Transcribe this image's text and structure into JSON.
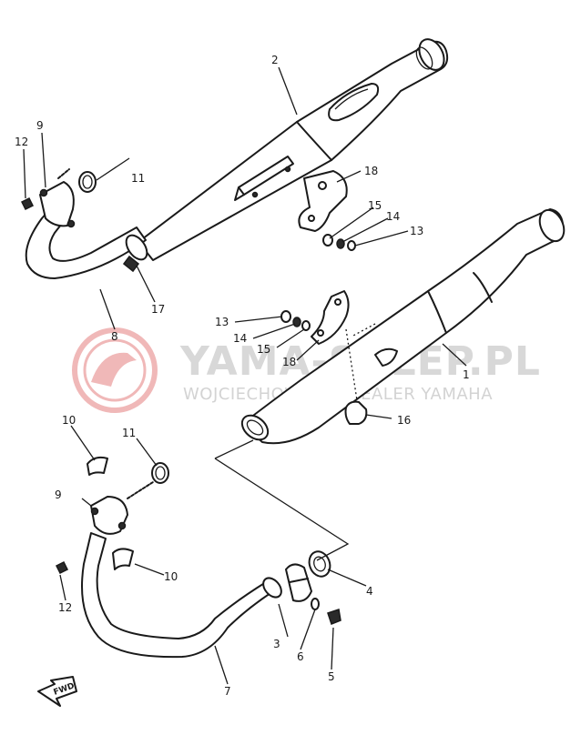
{
  "watermark": {
    "title": "YAMA-SKLEP.PL",
    "subtitle": "WOJCIECHOWICZ - DEALER YAMAHA",
    "title_color": "#d8d8d8",
    "subtitle_color": "#d3d3d3",
    "logo_color": "#f0b8b8"
  },
  "fwd_label": "FWD",
  "callouts": [
    {
      "id": "c-1",
      "number": "1"
    },
    {
      "id": "c-2",
      "number": "2"
    },
    {
      "id": "c-3",
      "number": "3"
    },
    {
      "id": "c-4",
      "number": "4"
    },
    {
      "id": "c-5",
      "number": "5"
    },
    {
      "id": "c-6",
      "number": "6"
    },
    {
      "id": "c-7",
      "number": "7"
    },
    {
      "id": "c-8",
      "number": "8"
    },
    {
      "id": "c-9a",
      "number": "9"
    },
    {
      "id": "c-9b",
      "number": "9"
    },
    {
      "id": "c-10a",
      "number": "10"
    },
    {
      "id": "c-10b",
      "number": "10"
    },
    {
      "id": "c-11a",
      "number": "11"
    },
    {
      "id": "c-11b",
      "number": "11"
    },
    {
      "id": "c-12a",
      "number": "12"
    },
    {
      "id": "c-12b",
      "number": "12"
    },
    {
      "id": "c-13a",
      "number": "13"
    },
    {
      "id": "c-13b",
      "number": "13"
    },
    {
      "id": "c-14a",
      "number": "14"
    },
    {
      "id": "c-14b",
      "number": "14"
    },
    {
      "id": "c-15a",
      "number": "15"
    },
    {
      "id": "c-15b",
      "number": "15"
    },
    {
      "id": "c-16",
      "number": "16"
    },
    {
      "id": "c-17",
      "number": "17"
    },
    {
      "id": "c-18a",
      "number": "18"
    },
    {
      "id": "c-18b",
      "number": "18"
    }
  ]
}
